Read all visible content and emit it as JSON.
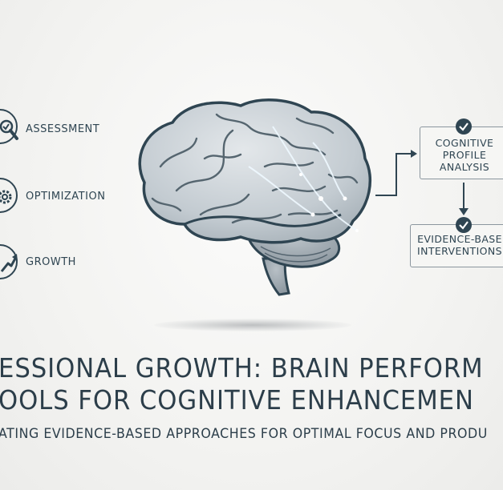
{
  "left_items": [
    {
      "label": "ASSESSMENT",
      "icon": "magnifier-icon"
    },
    {
      "label": "OPTIMIZATION",
      "icon": "gear-icon"
    },
    {
      "label": "GROWTH",
      "icon": "trend-arrow-icon"
    }
  ],
  "flow": {
    "box1": {
      "line1": "COGNITIVE",
      "line2": "PROFILE",
      "line3": "ANALYSIS"
    },
    "box2": {
      "line1": "EVIDENCE-BASE",
      "line2": "INTERVENTIONS"
    }
  },
  "headline": {
    "line1": "ESSIONAL GROWTH: BRAIN PERFORM",
    "line2": "OOLS FOR COGNITIVE ENHANCEMEN",
    "subtitle": "ATING EVIDENCE-BASED APPROACHES FOR OPTIMAL FOCUS AND PRODU"
  },
  "colors": {
    "accent": "#2f4552",
    "brain_fill": "#c9d0d5",
    "glow": "#e9f4fb"
  }
}
